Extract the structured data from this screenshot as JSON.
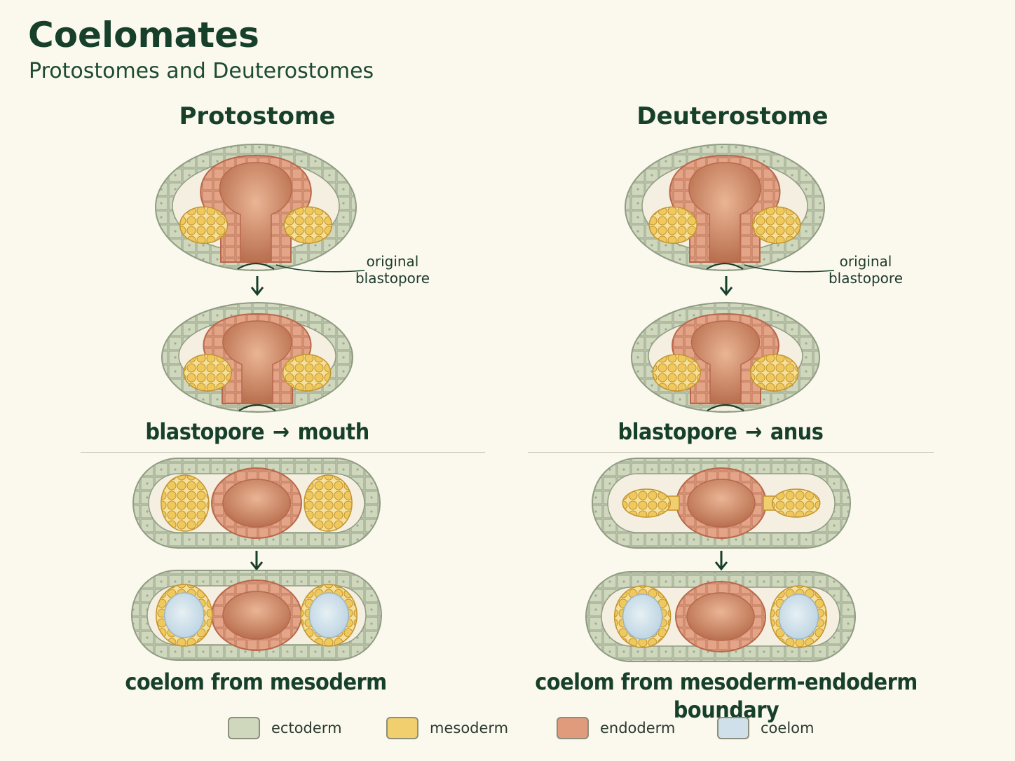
{
  "title": "Coelomates",
  "subtitle": "Protostomes and Deuterostomes",
  "columns": {
    "left": {
      "heading": "Protostome",
      "blastopore_label": "original\nblastopore",
      "fate_caption": {
        "from": "blastopore",
        "arrow": "→",
        "to": "mouth"
      },
      "coelom_caption": "coelom from mesoderm"
    },
    "right": {
      "heading": "Deuterostome",
      "blastopore_label": "original\nblastopore",
      "fate_caption": {
        "from": "blastopore",
        "arrow": "→",
        "to": "anus"
      },
      "coelom_caption": "coelom from mesoderm-endoderm boundary"
    }
  },
  "legend": [
    {
      "label": "ectoderm",
      "color": "#cfd8bd"
    },
    {
      "label": "mesoderm",
      "color": "#f1cf6e"
    },
    {
      "label": "endoderm",
      "color": "#e09a7c"
    },
    {
      "label": "coelom",
      "color": "#cfe0ea"
    }
  ],
  "colors": {
    "ectoderm": "#cfd8bd",
    "ectoderm_line": "#8f9c82",
    "mesoderm": "#f1cf6e",
    "mesoderm_line": "#c3932e",
    "endoderm": "#e3a488",
    "endoderm_line": "#b8674c",
    "gut": "#c9805c",
    "coelom": "#cfe0ea",
    "cavity": "#f4efe0",
    "ink": "#17402b"
  }
}
